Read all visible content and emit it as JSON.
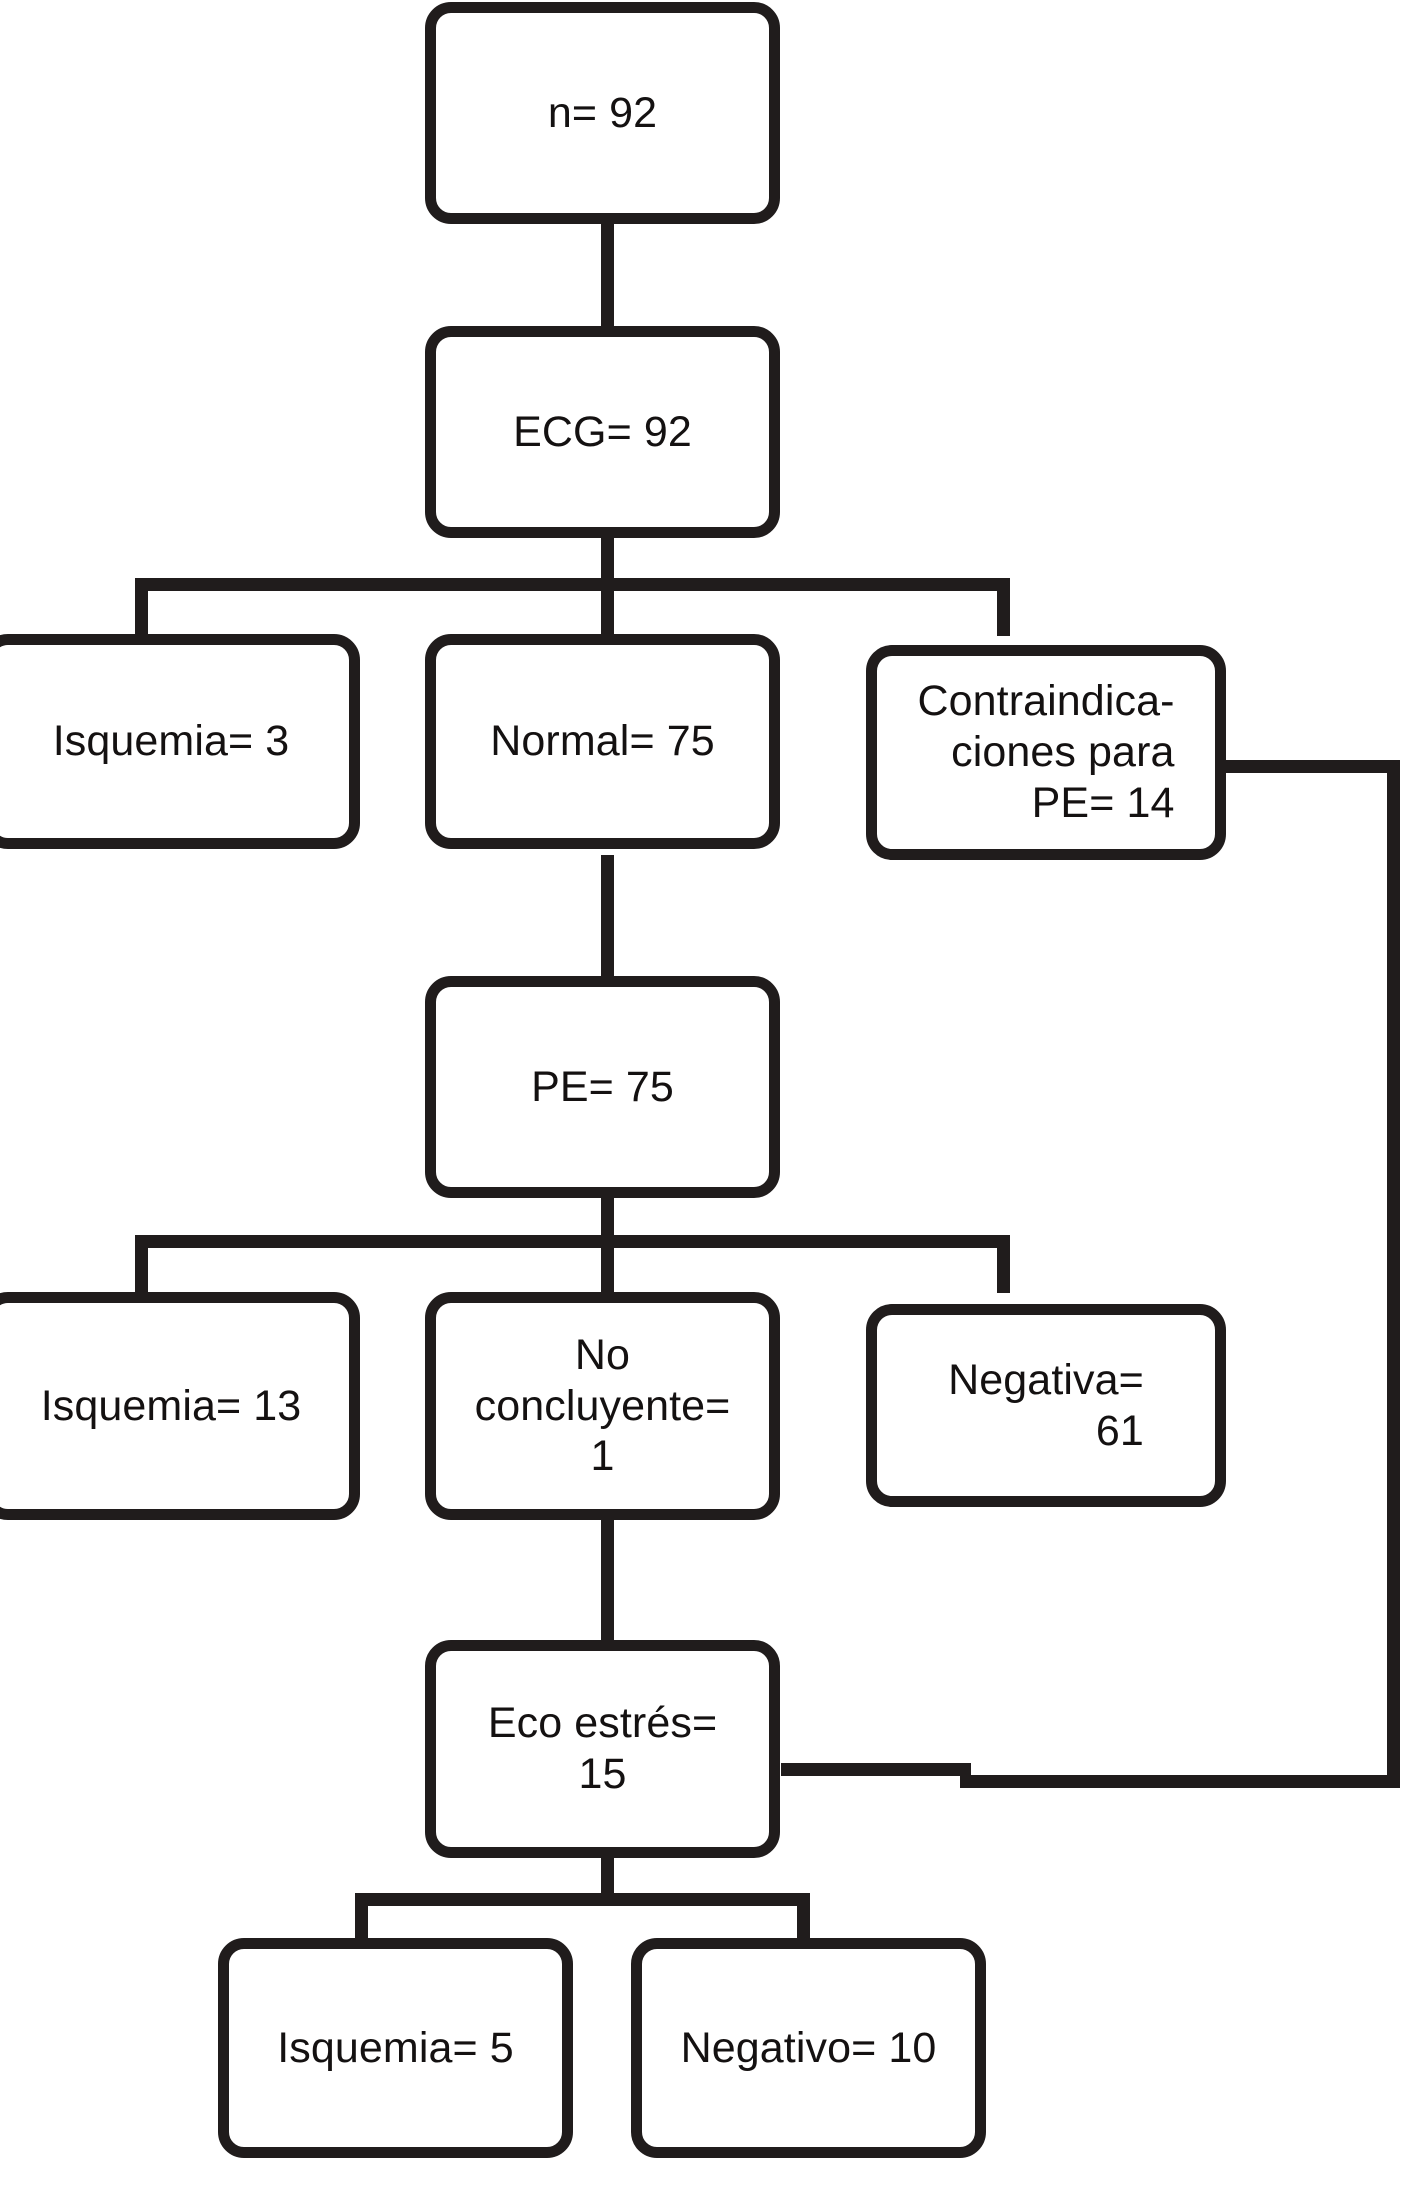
{
  "diagram": {
    "type": "flowchart",
    "language": "es",
    "title": "",
    "colors": {
      "stroke": "#201c1c",
      "fill": "#ffffff",
      "text": "#141111"
    },
    "nodes": [
      {
        "id": "total",
        "label": "n= 92",
        "align": "center"
      },
      {
        "id": "ecg",
        "label": "ECG= 92",
        "align": "center"
      },
      {
        "id": "ecg-isquemia",
        "label": "Isquemia= 3",
        "align": "center"
      },
      {
        "id": "ecg-normal",
        "label": "Normal= 75",
        "align": "center"
      },
      {
        "id": "contraindicaciones",
        "label": "Contraindica-\nciones para\nPE= 14",
        "align": "right"
      },
      {
        "id": "pe",
        "label": "PE= 75",
        "align": "center"
      },
      {
        "id": "pe-isquemia",
        "label": "Isquemia= 13",
        "align": "center"
      },
      {
        "id": "pe-noconcluyente",
        "label": "No\nconcluyente=\n1",
        "align": "center"
      },
      {
        "id": "pe-negativa",
        "label": "Negativa=\n61",
        "align": "right"
      },
      {
        "id": "eco",
        "label": "Eco estrés=\n15",
        "align": "center"
      },
      {
        "id": "eco-isquemia",
        "label": "Isquemia= 5",
        "align": "center"
      },
      {
        "id": "eco-negativo",
        "label": "Negativo= 10",
        "align": "center"
      }
    ],
    "edges": [
      {
        "from": "total",
        "to": "ecg"
      },
      {
        "from": "ecg",
        "to": "ecg-isquemia"
      },
      {
        "from": "ecg",
        "to": "ecg-normal"
      },
      {
        "from": "ecg",
        "to": "contraindicaciones"
      },
      {
        "from": "ecg-normal",
        "to": "pe"
      },
      {
        "from": "pe",
        "to": "pe-isquemia"
      },
      {
        "from": "pe",
        "to": "pe-noconcluyente"
      },
      {
        "from": "pe",
        "to": "pe-negativa"
      },
      {
        "from": "pe-noconcluyente",
        "to": "eco"
      },
      {
        "from": "contraindicaciones",
        "to": "eco"
      },
      {
        "from": "eco",
        "to": "eco-isquemia"
      },
      {
        "from": "eco",
        "to": "eco-negativo"
      }
    ]
  }
}
